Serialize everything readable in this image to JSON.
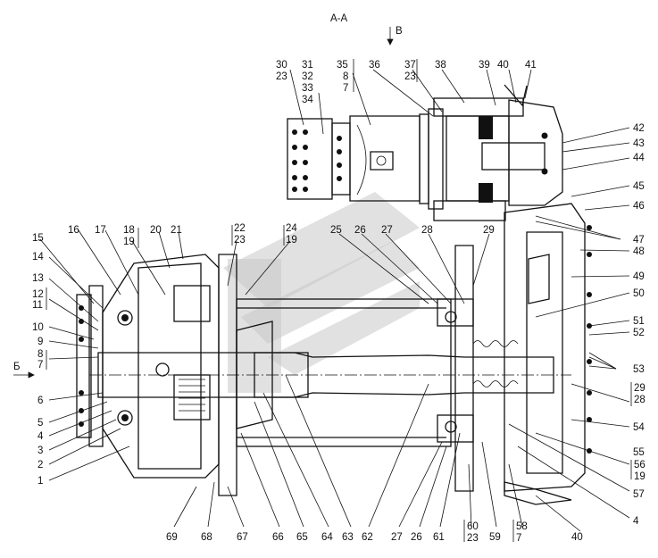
{
  "section_label": "А-А",
  "view_b_label": "В",
  "view_b2_label": "Б",
  "callouts": [
    {
      "id": "c30",
      "text": "30"
    },
    {
      "id": "c23a",
      "text": "23"
    },
    {
      "id": "c31",
      "text": "31"
    },
    {
      "id": "c32",
      "text": "32"
    },
    {
      "id": "c33",
      "text": "33"
    },
    {
      "id": "c34",
      "text": "34"
    },
    {
      "id": "c35",
      "text": "35"
    },
    {
      "id": "c8a",
      "text": "8"
    },
    {
      "id": "c7a",
      "text": "7"
    },
    {
      "id": "c36",
      "text": "36"
    },
    {
      "id": "c37",
      "text": "37"
    },
    {
      "id": "c23b",
      "text": "23"
    },
    {
      "id": "c38",
      "text": "38"
    },
    {
      "id": "c39",
      "text": "39"
    },
    {
      "id": "c40a",
      "text": "40"
    },
    {
      "id": "c41",
      "text": "41"
    },
    {
      "id": "c42",
      "text": "42"
    },
    {
      "id": "c43",
      "text": "43"
    },
    {
      "id": "c44",
      "text": "44"
    },
    {
      "id": "c45",
      "text": "45"
    },
    {
      "id": "c46",
      "text": "46"
    },
    {
      "id": "c47",
      "text": "47"
    },
    {
      "id": "c48",
      "text": "48"
    },
    {
      "id": "c49",
      "text": "49"
    },
    {
      "id": "c50",
      "text": "50"
    },
    {
      "id": "c51",
      "text": "51"
    },
    {
      "id": "c52",
      "text": "52"
    },
    {
      "id": "c53",
      "text": "53"
    },
    {
      "id": "c29b",
      "text": "29"
    },
    {
      "id": "c28b",
      "text": "28"
    },
    {
      "id": "c54",
      "text": "54"
    },
    {
      "id": "c55",
      "text": "55"
    },
    {
      "id": "c56",
      "text": "56"
    },
    {
      "id": "c19c",
      "text": "19"
    },
    {
      "id": "c57",
      "text": "57"
    },
    {
      "id": "c4b",
      "text": "4"
    },
    {
      "id": "c40b",
      "text": "40"
    },
    {
      "id": "c15",
      "text": "15"
    },
    {
      "id": "c16",
      "text": "16"
    },
    {
      "id": "c17",
      "text": "17"
    },
    {
      "id": "c18",
      "text": "18"
    },
    {
      "id": "c19a",
      "text": "19"
    },
    {
      "id": "c20",
      "text": "20"
    },
    {
      "id": "c21",
      "text": "21"
    },
    {
      "id": "c22",
      "text": "22"
    },
    {
      "id": "c23c",
      "text": "23"
    },
    {
      "id": "c24",
      "text": "24"
    },
    {
      "id": "c19b",
      "text": "19"
    },
    {
      "id": "c25",
      "text": "25"
    },
    {
      "id": "c26a",
      "text": "26"
    },
    {
      "id": "c27a",
      "text": "27"
    },
    {
      "id": "c28a",
      "text": "28"
    },
    {
      "id": "c29a",
      "text": "29"
    },
    {
      "id": "c14",
      "text": "14"
    },
    {
      "id": "c13",
      "text": "13"
    },
    {
      "id": "c12",
      "text": "12"
    },
    {
      "id": "c11",
      "text": "11"
    },
    {
      "id": "c10",
      "text": "10"
    },
    {
      "id": "c9",
      "text": "9"
    },
    {
      "id": "c8b",
      "text": "8"
    },
    {
      "id": "c7b",
      "text": "7"
    },
    {
      "id": "c6",
      "text": "6"
    },
    {
      "id": "c5",
      "text": "5"
    },
    {
      "id": "c4a",
      "text": "4"
    },
    {
      "id": "c3",
      "text": "3"
    },
    {
      "id": "c2",
      "text": "2"
    },
    {
      "id": "c1",
      "text": "1"
    },
    {
      "id": "c69",
      "text": "69"
    },
    {
      "id": "c68",
      "text": "68"
    },
    {
      "id": "c67",
      "text": "67"
    },
    {
      "id": "c66",
      "text": "66"
    },
    {
      "id": "c65",
      "text": "65"
    },
    {
      "id": "c64",
      "text": "64"
    },
    {
      "id": "c63",
      "text": "63"
    },
    {
      "id": "c62",
      "text": "62"
    },
    {
      "id": "c27b",
      "text": "27"
    },
    {
      "id": "c26b",
      "text": "26"
    },
    {
      "id": "c61",
      "text": "61"
    },
    {
      "id": "c60",
      "text": "60"
    },
    {
      "id": "c23d",
      "text": "23"
    },
    {
      "id": "c59",
      "text": "59"
    },
    {
      "id": "c58",
      "text": "58"
    },
    {
      "id": "c7c",
      "text": "7"
    }
  ]
}
